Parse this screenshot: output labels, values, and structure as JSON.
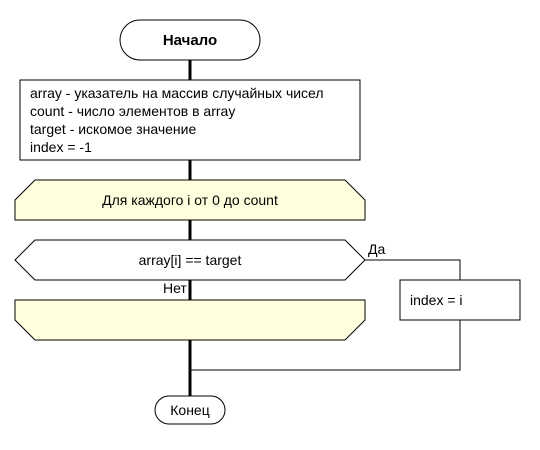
{
  "flowchart": {
    "start": {
      "label": "Начало"
    },
    "init_block": {
      "lines": [
        "array - указатель на массив случайных чисел",
        "count - число элементов в array",
        "target - искомое значение",
        "index = -1"
      ]
    },
    "loop_start": {
      "label": "Для каждого i от 0 до count"
    },
    "condition": {
      "label": "array[i] == target"
    },
    "yes_label": "Да",
    "no_label": "Нет",
    "assign_block": {
      "label": "index = i"
    },
    "loop_end": {
      "label": ""
    },
    "end": {
      "label": "Конец"
    }
  },
  "colors": {
    "loop_fill": "#ffffdd",
    "stroke": "#000000",
    "background": "#ffffff"
  }
}
